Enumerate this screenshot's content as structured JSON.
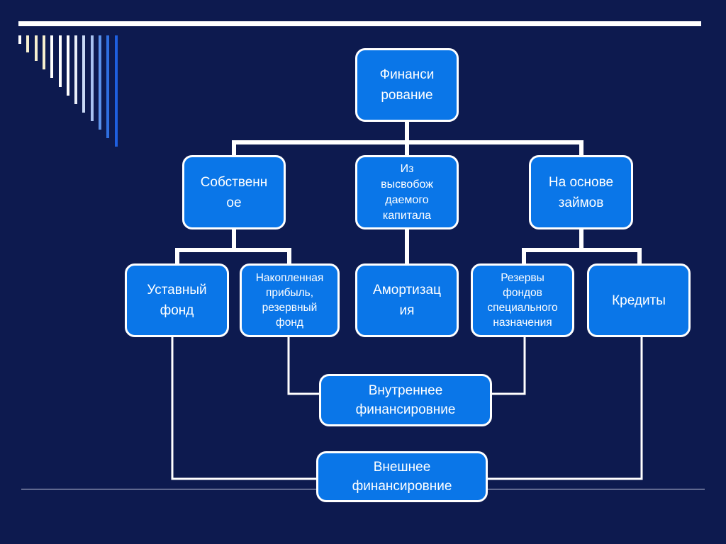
{
  "colors": {
    "background": "#0d1a4f",
    "node_fill": "#0a76e8",
    "node_border": "#ffffff",
    "connector": "#ffffff",
    "decor_bars": [
      "#ffffff",
      "#f6efcf",
      "#f6efcf",
      "#f6efcf",
      "#ffffff",
      "#ffffff",
      "#ffffff",
      "#e9eef8",
      "#c9d8f4",
      "#a9c2f0",
      "#5d93ea",
      "#2f6fe0",
      "#1e5fe0"
    ]
  },
  "diagram": {
    "root": "Финанси\nрование",
    "level1": {
      "own": "Собственн\nое",
      "released": "Из\nвысвобож\nдаемого\nкапитала",
      "loans": "На основе\nзаймов"
    },
    "level2": {
      "charter_fund": "Уставный\nфонд",
      "retained_profit": "Накопленная\nприбыль,\nрезервный\nфонд",
      "depreciation": "Амортизац\nия",
      "special_reserves": "Резервы\nфондов\nспециального\nназначения",
      "credits": "Кредиты"
    },
    "groups": {
      "internal": "Внутреннее\nфинансировние",
      "external": "Внешнее\nфинансировние"
    }
  }
}
